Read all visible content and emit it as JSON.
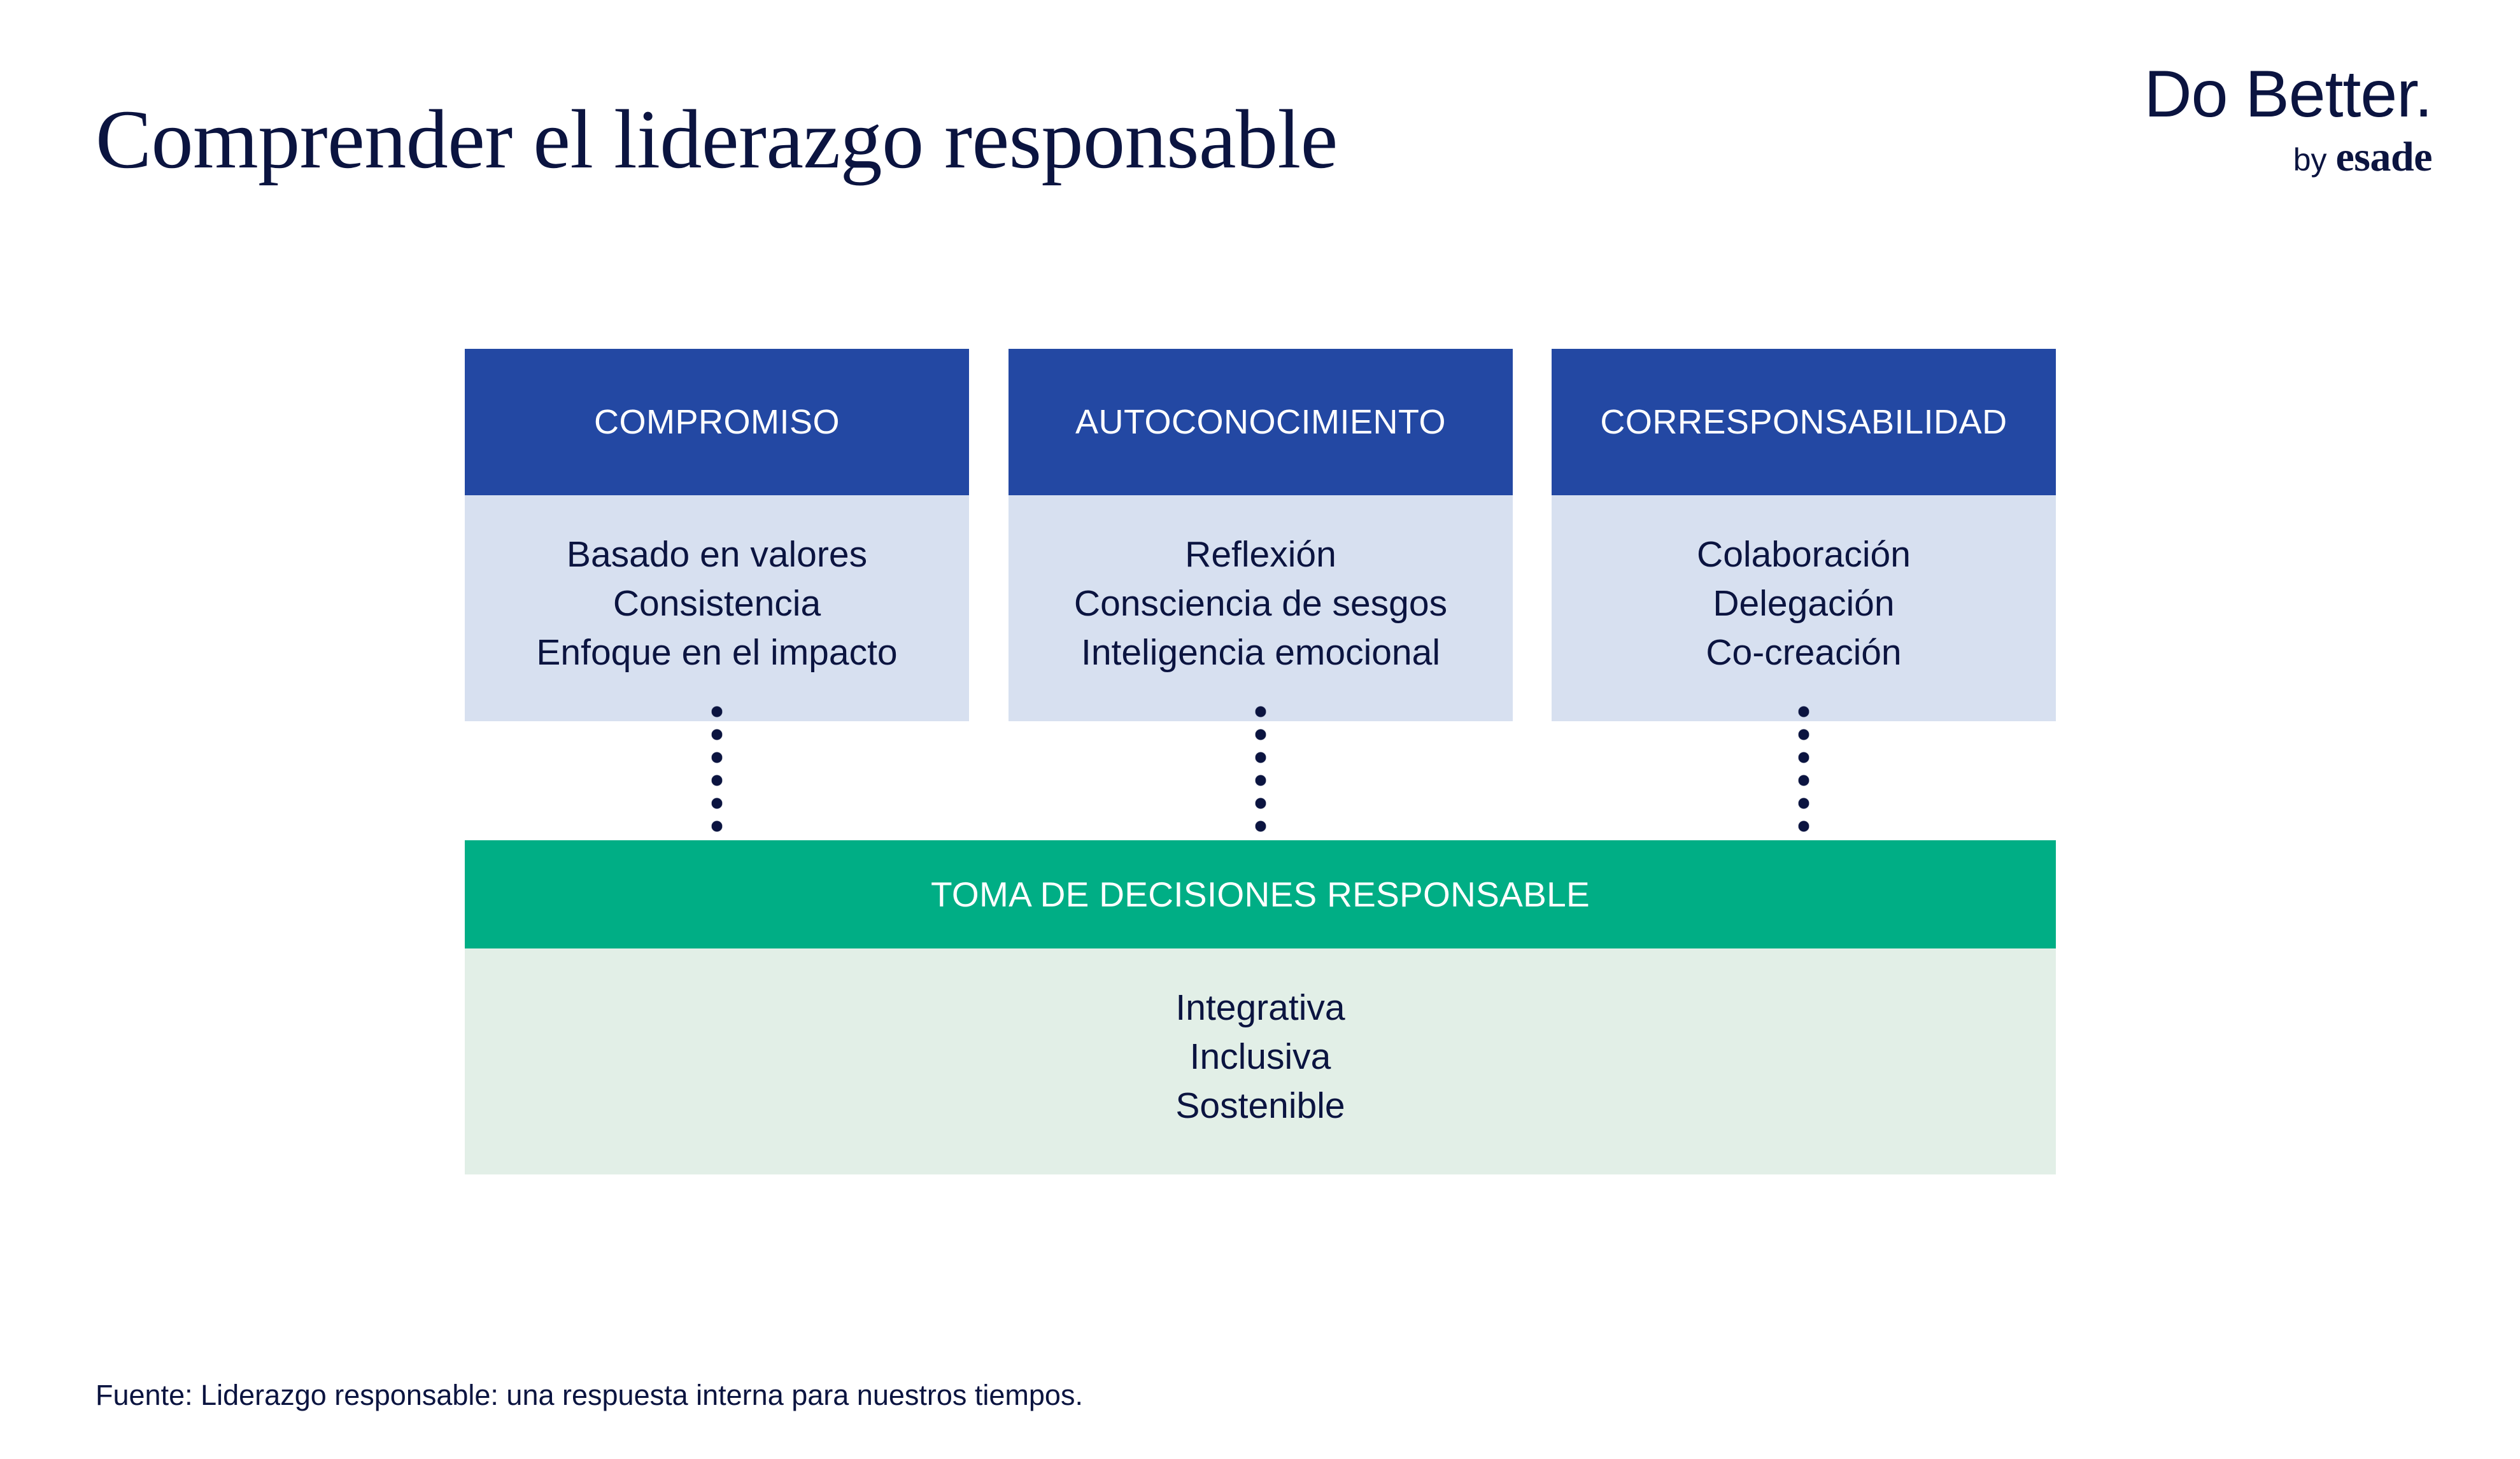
{
  "page": {
    "title": "Comprender el liderazgo responsable",
    "background_color": "#FFFFFF"
  },
  "brand": {
    "main": "Do Better.",
    "by": "by",
    "name": "esade",
    "color": "#0B1440"
  },
  "colors": {
    "pillar_header_blue": "#2348A3",
    "pillar_body_blue": "#D7E0F0",
    "outcome_header_green": "#00AE85",
    "outcome_body_green": "#E2EFE7",
    "navy_text": "#0B1440",
    "white_text": "#FFFFFF"
  },
  "pillars": [
    {
      "title": "COMPROMISO",
      "attributes": [
        "Basado en valores",
        "Consistencia",
        "Enfoque en el impacto"
      ]
    },
    {
      "title": "AUTOCONOCIMIENTO",
      "attributes": [
        "Reflexión",
        "Consciencia de sesgos",
        "Inteligencia emocional"
      ]
    },
    {
      "title": "CORRESPONSABILIDAD",
      "attributes": [
        "Colaboración",
        "Delegación",
        "Co-creación"
      ]
    }
  ],
  "outcome": {
    "title": "TOMA DE DECISIONES RESPONSABLE",
    "attributes": [
      "Integrativa",
      "Inclusiva",
      "Sostenible"
    ]
  },
  "footer": {
    "source": "Fuente: Liderazgo responsable: una respuesta interna para nuestros tiempos."
  }
}
